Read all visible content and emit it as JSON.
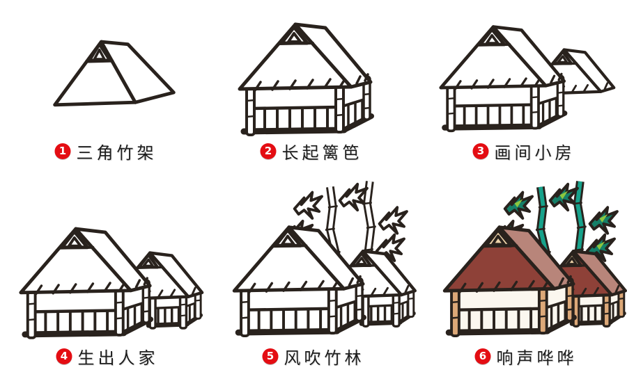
{
  "steps": [
    {
      "number": "1",
      "label": "三角竹架"
    },
    {
      "number": "2",
      "label": "长起篱笆"
    },
    {
      "number": "3",
      "label": "画间小房"
    },
    {
      "number": "4",
      "label": "生出人家"
    },
    {
      "number": "5",
      "label": "风吹竹林"
    },
    {
      "number": "6",
      "label": "响声哗哗"
    }
  ],
  "figures": [
    {
      "name": "bamboo-roof-frame-sketch"
    },
    {
      "name": "hut-with-fence-sketch"
    },
    {
      "name": "hut-with-small-roof-sketch"
    },
    {
      "name": "two-huts-sketch"
    },
    {
      "name": "two-huts-with-bamboo-sketch"
    },
    {
      "name": "two-huts-with-bamboo-colored"
    }
  ],
  "colors": {
    "background": "#ffffff",
    "ink": "#29221d",
    "step_badge": "#e40d13",
    "step_text": "#1c1c1c",
    "roof_front": "#8e4138",
    "roof_side": "#b8857a",
    "vent": "#ecd2a8",
    "wall": "#fbf7ef",
    "post": "#dca878",
    "bamboo": "#17a28b",
    "leaf_dark": "#157f68",
    "leaf_light": "#8dc63f"
  }
}
